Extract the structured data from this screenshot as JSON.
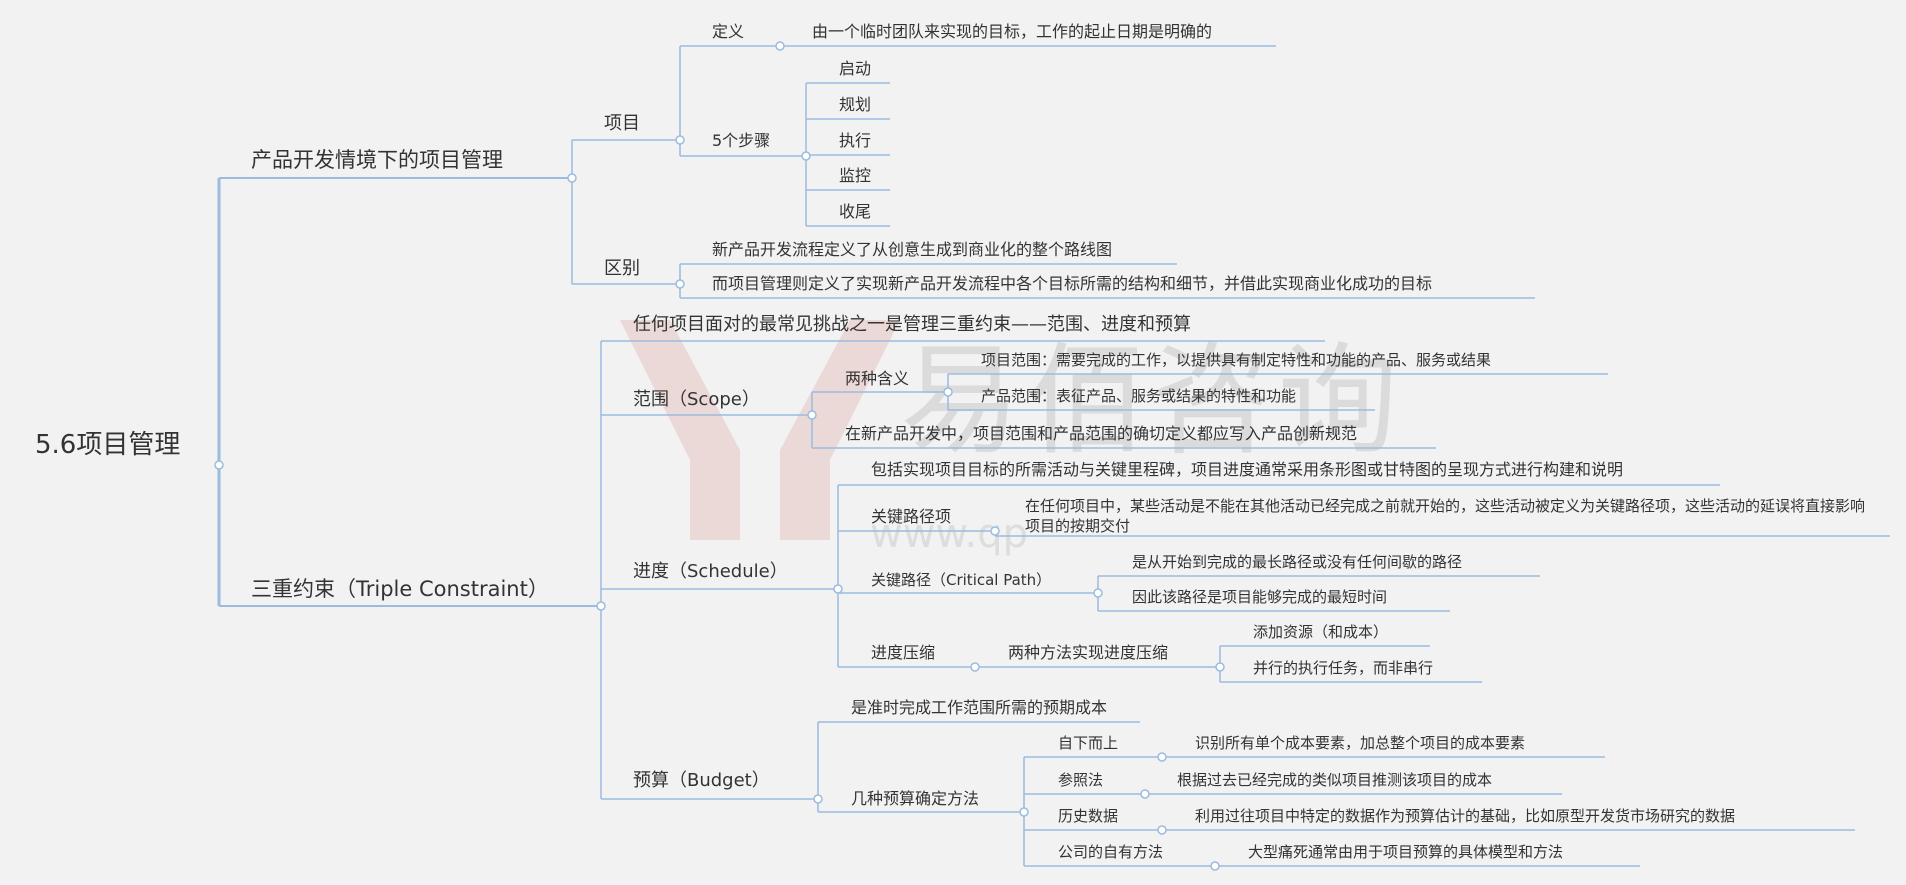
{
  "root": "5.6项目管理",
  "branch_a": {
    "title": "产品开发情境下的项目管理",
    "project": {
      "label": "项目",
      "definition_label": "定义",
      "definition_text": "由一个临时团队来实现的目标，工作的起止日期是明确的",
      "steps_label": "5个步骤",
      "steps": [
        "启动",
        "规划",
        "执行",
        "监控",
        "收尾"
      ]
    },
    "difference": {
      "label": "区别",
      "items": [
        "新产品开发流程定义了从创意生成到商业化的整个路线图",
        "而项目管理则定义了实现新产品开发流程中各个目标所需的结构和细节，并借此实现商业化成功的目标"
      ]
    }
  },
  "branch_b": {
    "title": "三重约束（Triple Constraint）",
    "intro": "任何项目面对的最常见挑战之一是管理三重约束——范围、进度和预算",
    "scope": {
      "label": "范围（Scope）",
      "meanings_label": "两种含义",
      "meanings": [
        "项目范围：需要完成的工作，以提供具有制定特性和功能的产品、服务或结果",
        "产品范围：表征产品、服务或结果的特性和功能"
      ],
      "note": "在新产品开发中，项目范围和产品范围的确切定义都应写入产品创新规范"
    },
    "schedule": {
      "label": "进度（Schedule）",
      "desc": "包括实现项目目标的所需活动与关键里程碑，项目进度通常采用条形图或甘特图的呈现方式进行构建和说明",
      "critical_item_label": "关键路径项",
      "critical_item_text": "在任何项目中，某些活动是不能在其他活动已经完成之前就开始的，这些活动被定义为关键路径项，这些活动的延误将直接影响项目的按期交付",
      "critical_path_label": "关键路径（Critical Path）",
      "critical_path_items": [
        "是从开始到完成的最长路径或没有任何间歇的路径",
        "因此该路径是项目能够完成的最短时间"
      ],
      "compression_label": "进度压缩",
      "compression_methods_label": "两种方法实现进度压缩",
      "compression_methods": [
        "添加资源（和成本）",
        "并行的执行任务，而非串行"
      ]
    },
    "budget": {
      "label": "预算（Budget）",
      "desc": "是准时完成工作范围所需的预期成本",
      "methods_label": "几种预算确定方法",
      "methods": [
        {
          "name": "自下而上",
          "text": "识别所有单个成本要素，加总整个项目的成本要素"
        },
        {
          "name": "参照法",
          "text": "根据过去已经完成的类似项目推测该项目的成本"
        },
        {
          "name": "历史数据",
          "text": "利用过往项目中特定的数据作为预算估计的基础，比如原型开发货市场研究的数据"
        },
        {
          "name": "公司的自有方法",
          "text": "大型痛死通常由用于项目预算的具体模型和方法"
        }
      ]
    }
  },
  "watermark": {
    "text": "易佰咨询",
    "url": "www.qp"
  },
  "colors": {
    "line": "#9bbbe0",
    "background": "#f2f2f2",
    "text": "#333333",
    "watermark": "#c0392b"
  }
}
